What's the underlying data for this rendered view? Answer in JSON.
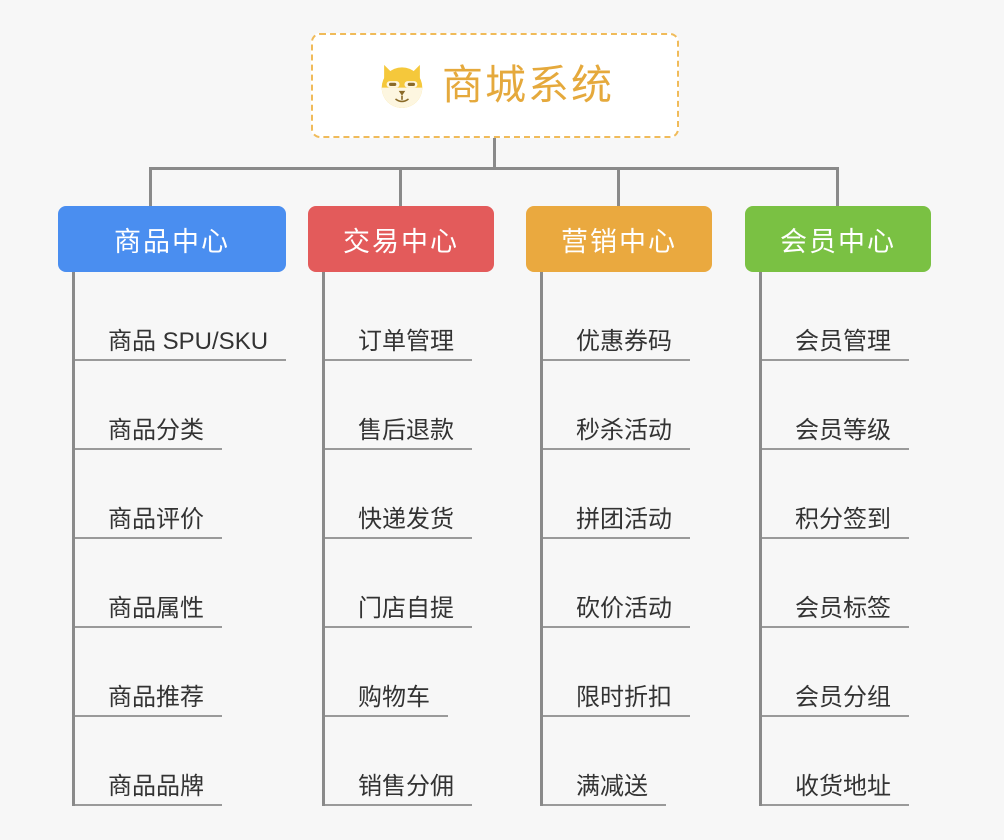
{
  "root": {
    "title": "商城系统",
    "icon": "dog-face-emoji",
    "border_color": "#f0bb5a",
    "title_color": "#e5a93c",
    "background": "#ffffff"
  },
  "canvas": {
    "background": "#f7f7f7",
    "connector_color": "#8a8a8a"
  },
  "columns": [
    {
      "id": "product-center",
      "header": "商品中心",
      "color": "#4a8ef0",
      "items": [
        "商品 SPU/SKU",
        "商品分类",
        "商品评价",
        "商品属性",
        "商品推荐",
        "商品品牌"
      ]
    },
    {
      "id": "trade-center",
      "header": "交易中心",
      "color": "#e35b5b",
      "items": [
        "订单管理",
        "售后退款",
        "快递发货",
        "门店自提",
        "购物车",
        "销售分佣"
      ]
    },
    {
      "id": "marketing-center",
      "header": "营销中心",
      "color": "#eaa93f",
      "items": [
        "优惠券码",
        "秒杀活动",
        "拼团活动",
        "砍价活动",
        "限时折扣",
        "满减送"
      ]
    },
    {
      "id": "member-center",
      "header": "会员中心",
      "color": "#7ac143",
      "items": [
        "会员管理",
        "会员等级",
        "积分签到",
        "会员标签",
        "会员分组",
        "收货地址"
      ]
    }
  ]
}
